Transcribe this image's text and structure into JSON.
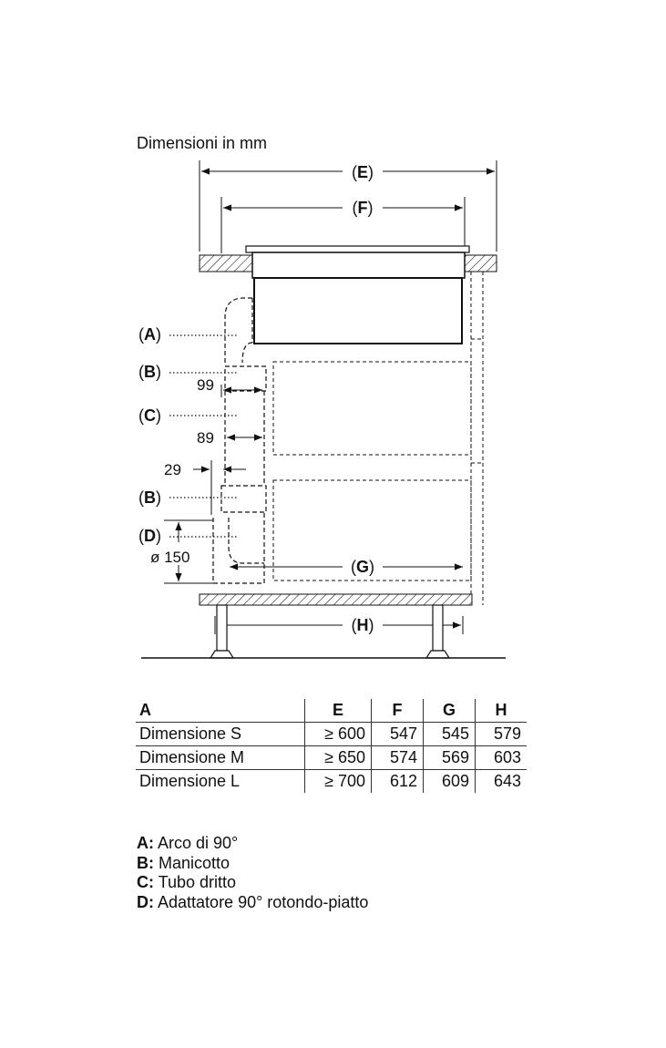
{
  "title": "Dimensioni in mm",
  "diagram": {
    "labels": {
      "E": "E",
      "F": "F",
      "G": "G",
      "H": "H",
      "A": "A",
      "B": "B",
      "C": "C",
      "D": "D"
    },
    "dims": {
      "d99": "99",
      "d89": "89",
      "d29": "29",
      "d150": "ø 150"
    }
  },
  "table": {
    "headers": [
      "A",
      "E",
      "F",
      "G",
      "H"
    ],
    "rows": [
      {
        "name": "Dimensione S",
        "E": "≥ 600",
        "F": "547",
        "G": "545",
        "H": "579"
      },
      {
        "name": "Dimensione M",
        "E": "≥ 650",
        "F": "574",
        "G": "569",
        "H": "603"
      },
      {
        "name": "Dimensione L",
        "E": "≥ 700",
        "F": "612",
        "G": "609",
        "H": "643"
      }
    ]
  },
  "legend": [
    {
      "key": "A:",
      "text": "Arco di 90°"
    },
    {
      "key": "B:",
      "text": "Manicotto"
    },
    {
      "key": "C:",
      "text": "Tubo dritto"
    },
    {
      "key": "D:",
      "text": "Adattatore 90° rotondo-piatto"
    }
  ]
}
